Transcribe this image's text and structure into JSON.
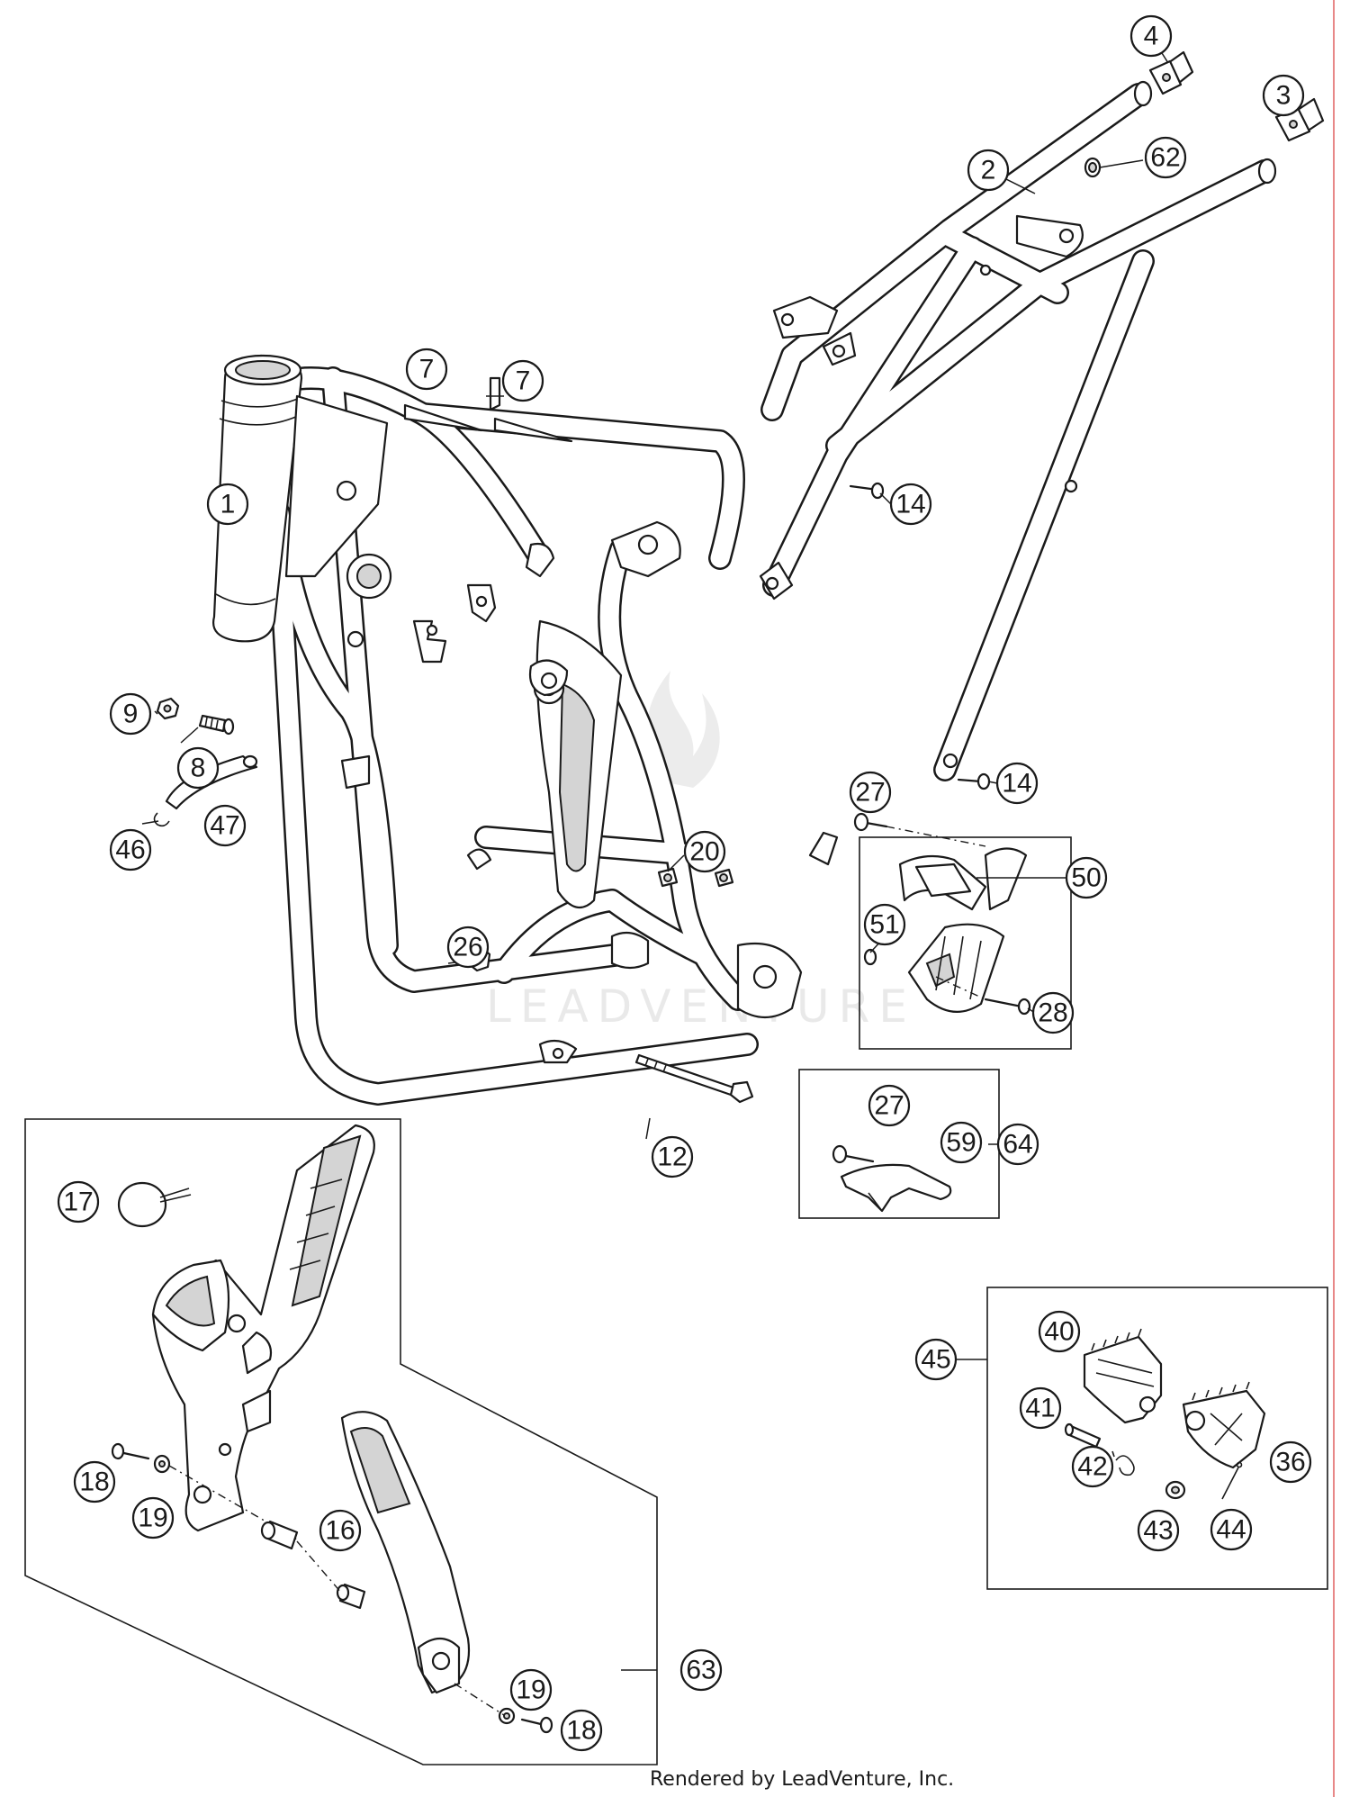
{
  "diagram": {
    "callouts": [
      {
        "id": "c1",
        "label": "1"
      },
      {
        "id": "c2",
        "label": "2"
      },
      {
        "id": "c3",
        "label": "3"
      },
      {
        "id": "c4",
        "label": "4"
      },
      {
        "id": "c7a",
        "label": "7"
      },
      {
        "id": "c7b",
        "label": "7"
      },
      {
        "id": "c8",
        "label": "8"
      },
      {
        "id": "c9",
        "label": "9"
      },
      {
        "id": "c12",
        "label": "12"
      },
      {
        "id": "c14a",
        "label": "14"
      },
      {
        "id": "c14b",
        "label": "14"
      },
      {
        "id": "c16",
        "label": "16"
      },
      {
        "id": "c17",
        "label": "17"
      },
      {
        "id": "c18a",
        "label": "18"
      },
      {
        "id": "c18b",
        "label": "18"
      },
      {
        "id": "c19a",
        "label": "19"
      },
      {
        "id": "c19b",
        "label": "19"
      },
      {
        "id": "c20",
        "label": "20"
      },
      {
        "id": "c26",
        "label": "26"
      },
      {
        "id": "c27a",
        "label": "27"
      },
      {
        "id": "c27b",
        "label": "27"
      },
      {
        "id": "c28",
        "label": "28"
      },
      {
        "id": "c36",
        "label": "36"
      },
      {
        "id": "c40",
        "label": "40"
      },
      {
        "id": "c41",
        "label": "41"
      },
      {
        "id": "c42",
        "label": "42"
      },
      {
        "id": "c43",
        "label": "43"
      },
      {
        "id": "c44",
        "label": "44"
      },
      {
        "id": "c45",
        "label": "45"
      },
      {
        "id": "c46",
        "label": "46"
      },
      {
        "id": "c47",
        "label": "47"
      },
      {
        "id": "c50",
        "label": "50"
      },
      {
        "id": "c51",
        "label": "51"
      },
      {
        "id": "c59",
        "label": "59"
      },
      {
        "id": "c62",
        "label": "62"
      },
      {
        "id": "c63",
        "label": "63"
      },
      {
        "id": "c64",
        "label": "64"
      }
    ],
    "watermark": "LEADVENTURE",
    "footer": "Rendered by LeadVenture, Inc."
  }
}
